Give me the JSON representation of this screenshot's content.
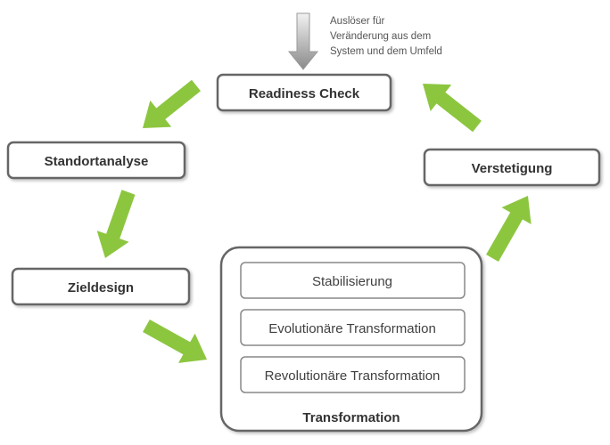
{
  "trigger": {
    "lines": [
      "Auslöser für",
      "Veränderung aus dem",
      "System und dem Umfeld"
    ]
  },
  "boxes": {
    "readiness_check": "Readiness Check",
    "standortanalyse": "Standortanalyse",
    "zieldesign": "Zieldesign",
    "verstetigung": "Verstetigung",
    "transformation": "Transformation"
  },
  "transformation_steps": [
    "Stabilisierung",
    "Evolutionäre Transformation",
    "Revolutionäre Transformation"
  ],
  "colors": {
    "arrow_green": "#8cc63f",
    "box_border": "#666666",
    "trigger_arrow_gray": "#9a9a9a",
    "text": "#333333"
  }
}
